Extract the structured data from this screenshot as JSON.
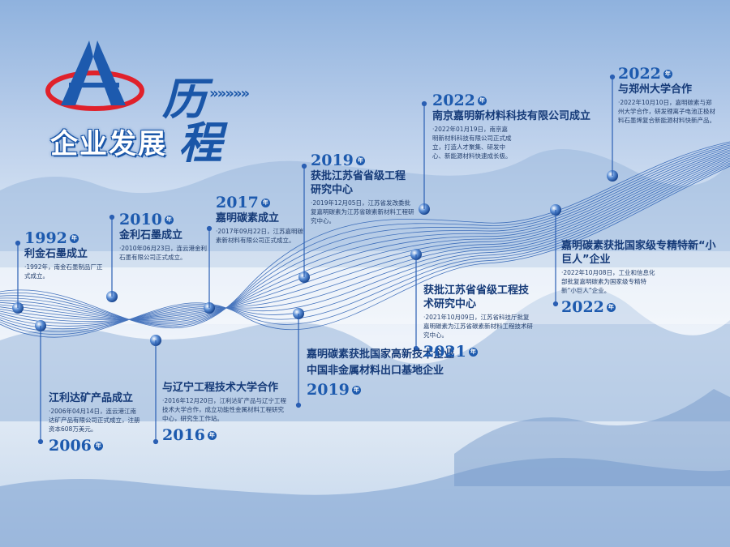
{
  "title": {
    "top": "历",
    "arrows": "»»»»»",
    "main": "企业发展",
    "bottom": "程"
  },
  "year_mark": "年",
  "events": [
    {
      "year": "1992",
      "head": "利金石墨成立",
      "desc": "·1992年，南金石墨制品厂正式成立。"
    },
    {
      "year": "2006",
      "head": "江利达矿产品成立",
      "desc": "·2006年04月14日，连云港江南达矿产品有限公司正式成立，注册资本608万美元。"
    },
    {
      "year": "2010",
      "head": "金利石墨成立",
      "desc": "·2010年06月23日，连云港金利石墨有限公司正式成立。"
    },
    {
      "year": "2016",
      "head": "与辽宁工程技术大学合作",
      "desc": "·2016年12月20日，江利达矿产品与辽宁工程技术大学合作，成立功能性金属材料工程研究中心，研究生工作站。"
    },
    {
      "year": "2017",
      "head": "嘉明碳素成立",
      "desc": "·2017年09月22日，江苏嘉明碳素新材料有限公司正式成立。"
    },
    {
      "year": "2019",
      "head": "获批江苏省省级工程研究中心",
      "desc": "·2019年12月05日，江苏省发改委批复嘉明碳素为江苏省碳素新材料工程研究中心。"
    },
    {
      "year": "2019",
      "head": "嘉明碳素获批国家高新技术企业中国非金属材料出口基地企业",
      "desc": ""
    },
    {
      "year": "2022",
      "head": "南京嘉明新材料科技有限公司成立",
      "desc": "·2022年01月19日，南京嘉明新材料科技有限公司正式成立，打造人才聚集、研发中心、新能源材料快速成长极。"
    },
    {
      "year": "2021",
      "head": "获批江苏省省级工程技术研究中心",
      "desc": "·2021年10月09日，江苏省科技厅批复嘉明碳素为江苏省碳素新材料工程技术研究中心。"
    },
    {
      "year": "2022",
      "head": "与郑州大学合作",
      "desc": "·2022年10月10日，嘉明碳素与郑州大学合作，研发锂离子电池正极材料石墨烯复合新能源材料快新产品。"
    },
    {
      "year": "2022",
      "head": "嘉明碳素获批国家级专精特新“小巨人”企业",
      "desc": "·2022年10月08日，工业和信息化部批复嘉明碳素为国家级专精特新“小巨人”企业。"
    }
  ]
}
